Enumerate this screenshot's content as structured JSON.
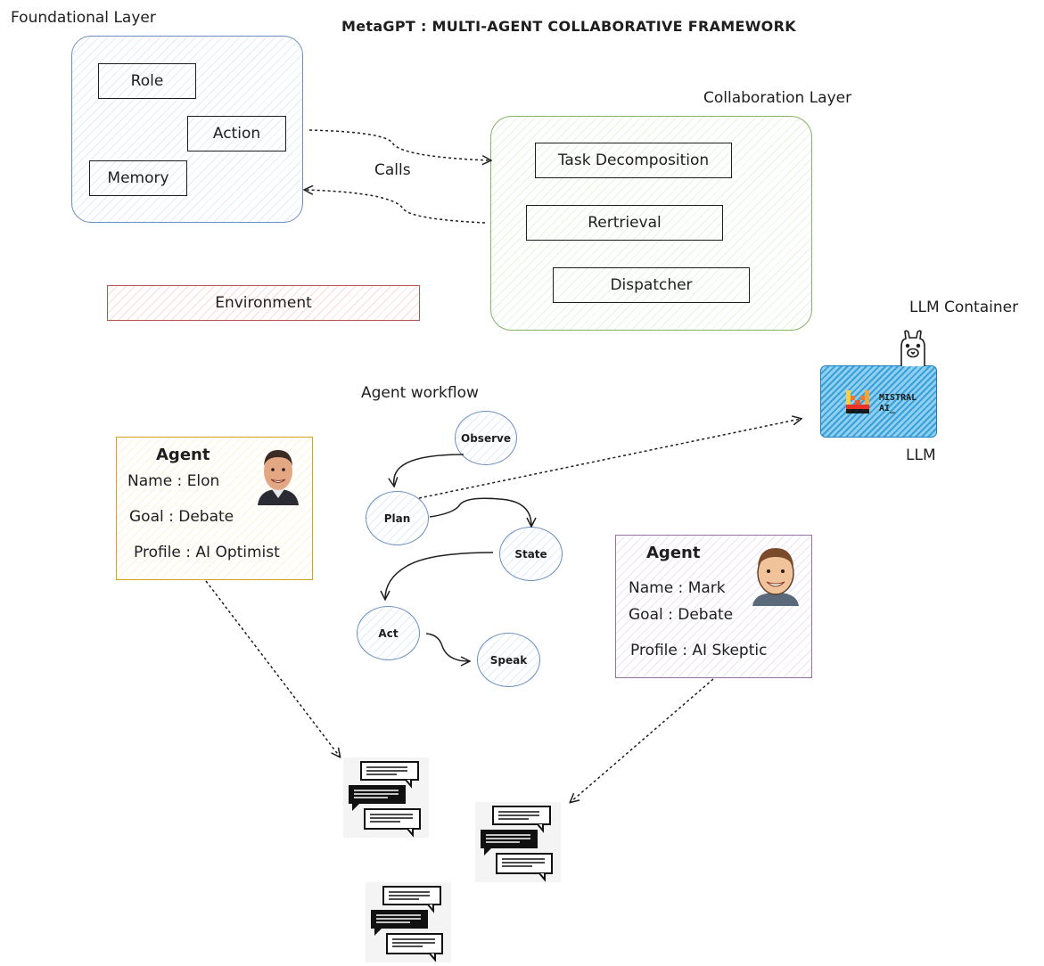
{
  "title": "MetaGPT   : MULTI-AGENT COLLABORATIVE FRAMEWORK",
  "foundational": {
    "label": "Foundational Layer",
    "items": [
      "Role",
      "Action",
      "Memory"
    ]
  },
  "collaboration": {
    "label": "Collaboration Layer",
    "items": [
      "Task Decomposition",
      "Rertrieval",
      "Dispatcher"
    ]
  },
  "calls_label": "Calls",
  "environment_label": "Environment",
  "llm": {
    "container_label": "LLM Container",
    "label": "LLM",
    "logo_text_1": "MISTRAL",
    "logo_text_2": "AI_"
  },
  "workflow": {
    "label": "Agent workflow",
    "nodes": [
      "Observe",
      "Plan",
      "State",
      "Act",
      "Speak"
    ]
  },
  "agent1": {
    "title": "Agent",
    "name": "Name : Elon",
    "goal": "Goal : Debate",
    "profile": "Profile : AI Optimist"
  },
  "agent2": {
    "title": "Agent",
    "name": "Name : Mark",
    "goal": "Goal : Debate",
    "profile": "Profile : AI Skeptic"
  },
  "colors": {
    "blue": "#6c8ebf",
    "green": "#82b366",
    "red": "#b85450",
    "yellow": "#d6a31a",
    "purple": "#9673a6",
    "llm_fill": "#3aa0d8"
  }
}
